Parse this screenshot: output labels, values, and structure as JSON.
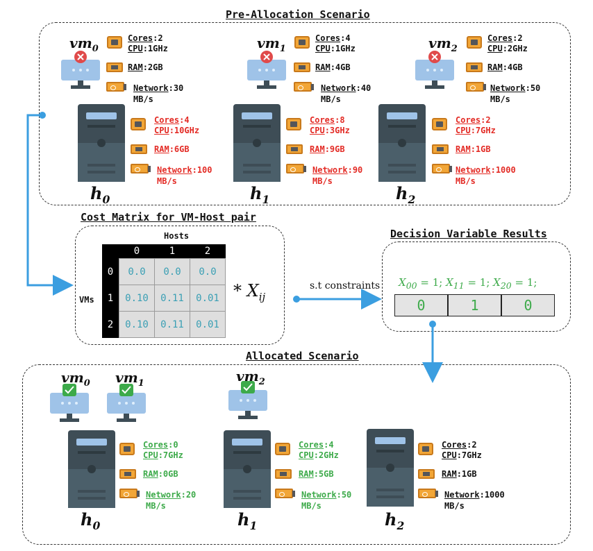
{
  "titles": {
    "pre": "Pre-Allocation Scenario",
    "cost": "Cost Matrix for VM-Host pair",
    "decision": "Decision Variable Results",
    "allocated": "Allocated Scenario"
  },
  "pre_vms": [
    {
      "label_base": "vm",
      "label_sub": "0",
      "status": "rejected",
      "cores": "2",
      "cpu": "1GHz",
      "ram": "2GB",
      "network": "30",
      "unit": "MB/s"
    },
    {
      "label_base": "vm",
      "label_sub": "1",
      "status": "rejected",
      "cores": "4",
      "cpu": "1GHz",
      "ram": "4GB",
      "network": "40",
      "unit": "MB/s"
    },
    {
      "label_base": "vm",
      "label_sub": "2",
      "status": "rejected",
      "cores": "2",
      "cpu": "2GHz",
      "ram": "4GB",
      "network": "50",
      "unit": "MB/s"
    }
  ],
  "pre_hosts": [
    {
      "label_base": "h",
      "label_sub": "0",
      "cores": "4",
      "cpu": "10GHz",
      "ram": "6GB",
      "network": "100",
      "unit": "MB/s"
    },
    {
      "label_base": "h",
      "label_sub": "1",
      "cores": "8",
      "cpu": "3GHz",
      "ram": "9GB",
      "network": "90",
      "unit": "MB/s"
    },
    {
      "label_base": "h",
      "label_sub": "2",
      "cores": "2",
      "cpu": "7GHz",
      "ram": "1GB",
      "network": "1000",
      "unit": "MB/s"
    }
  ],
  "keys": {
    "cores": "Cores",
    "cpu": "CPU",
    "ram": "RAM",
    "network": "Network",
    "sep": ":"
  },
  "chip_text": {
    "cpu": "CPU",
    "ram": "RAM"
  },
  "cost_matrix": {
    "hosts_label": "Hosts",
    "vms_label": "VMs",
    "col_headers": [
      "0",
      "1",
      "2"
    ],
    "row_headers": [
      "0",
      "1",
      "2"
    ],
    "rows": [
      [
        "0.0",
        "0.0",
        "0.0"
      ],
      [
        "0.10",
        "0.11",
        "0.01"
      ],
      [
        "0.10",
        "0.11",
        "0.01"
      ]
    ],
    "multiplier": "* X",
    "multiplier_sub": "ij"
  },
  "constraint_label": "s.t constraints",
  "decision": {
    "equations": [
      {
        "var": "X",
        "sub": "00",
        "rest": " = 1;"
      },
      {
        "var": "X",
        "sub": "11",
        "rest": " = 1;"
      },
      {
        "var": "X",
        "sub": "20",
        "rest": " = 1;"
      }
    ],
    "values": [
      "0",
      "1",
      "0"
    ]
  },
  "alloc_vms": [
    {
      "label_base": "vm",
      "label_sub": "0",
      "status": "accepted"
    },
    {
      "label_base": "vm",
      "label_sub": "1",
      "status": "accepted"
    },
    {
      "label_base": "vm",
      "label_sub": "2",
      "status": "accepted"
    }
  ],
  "alloc_hosts": [
    {
      "label_base": "h",
      "label_sub": "0",
      "cores": "0",
      "cpu": "7GHz",
      "ram": "0GB",
      "network": "20",
      "unit": "MB/s",
      "color": "#3daa4a"
    },
    {
      "label_base": "h",
      "label_sub": "1",
      "cores": "4",
      "cpu": "2GHz",
      "ram": "5GB",
      "network": "50",
      "unit": "MB/s",
      "color": "#3daa4a"
    },
    {
      "label_base": "h",
      "label_sub": "2",
      "cores": "2",
      "cpu": "7GHz",
      "ram": "1GB",
      "network": "1000",
      "unit": "MB/s",
      "color": "#111111"
    }
  ],
  "colors": {
    "host_spec_pre": "#e32b25",
    "vm_spec": "#111111",
    "arrow": "#3b9ee0",
    "reject": "#e04a4a",
    "accept": "#3daa4a"
  }
}
